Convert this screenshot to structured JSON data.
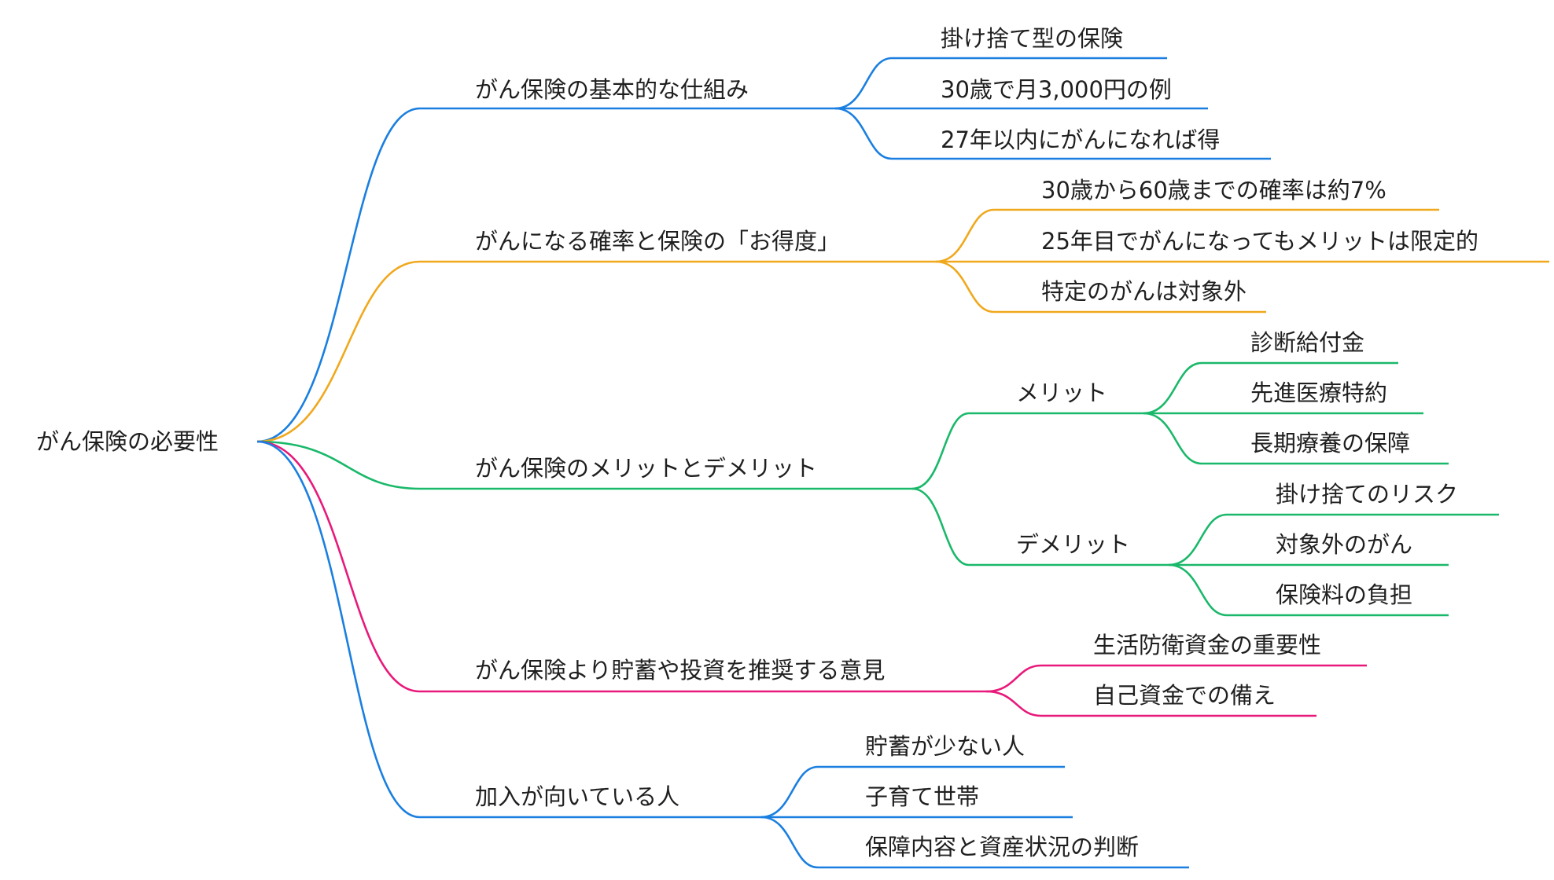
{
  "colors": {
    "blue": "#1a7fe0",
    "orange": "#f0a81c",
    "green": "#1ab86a",
    "pink": "#e8197a",
    "text": "#1f1f1f"
  },
  "mindmap": {
    "root": {
      "label": "がん保険の必要性"
    },
    "branches": [
      {
        "label": "がん保険の基本的な仕組み",
        "color": "#1a7fe0",
        "children": [
          {
            "label": "掛け捨て型の保険"
          },
          {
            "label": "30歳で月3,000円の例"
          },
          {
            "label": "27年以内にがんになれば得"
          }
        ]
      },
      {
        "label": "がんになる確率と保険の「お得度」",
        "color": "#f0a81c",
        "children": [
          {
            "label": "30歳から60歳までの確率は約7%"
          },
          {
            "label": "25年目でがんになってもメリットは限定的"
          },
          {
            "label": "特定のがんは対象外"
          }
        ]
      },
      {
        "label": "がん保険のメリットとデメリット",
        "color": "#1ab86a",
        "children": [
          {
            "label": "メリット",
            "children": [
              {
                "label": "診断給付金"
              },
              {
                "label": "先進医療特約"
              },
              {
                "label": "長期療養の保障"
              }
            ]
          },
          {
            "label": "デメリット",
            "children": [
              {
                "label": "掛け捨てのリスク"
              },
              {
                "label": "対象外のがん"
              },
              {
                "label": "保険料の負担"
              }
            ]
          }
        ]
      },
      {
        "label": "がん保険より貯蓄や投資を推奨する意見",
        "color": "#e8197a",
        "children": [
          {
            "label": "生活防衛資金の重要性"
          },
          {
            "label": "自己資金での備え"
          }
        ]
      },
      {
        "label": "加入が向いている人",
        "color": "#1a7fe0",
        "children": [
          {
            "label": "貯蓄が少ない人"
          },
          {
            "label": "子育て世帯"
          },
          {
            "label": "保障内容と資産状況の判断"
          }
        ]
      }
    ]
  }
}
